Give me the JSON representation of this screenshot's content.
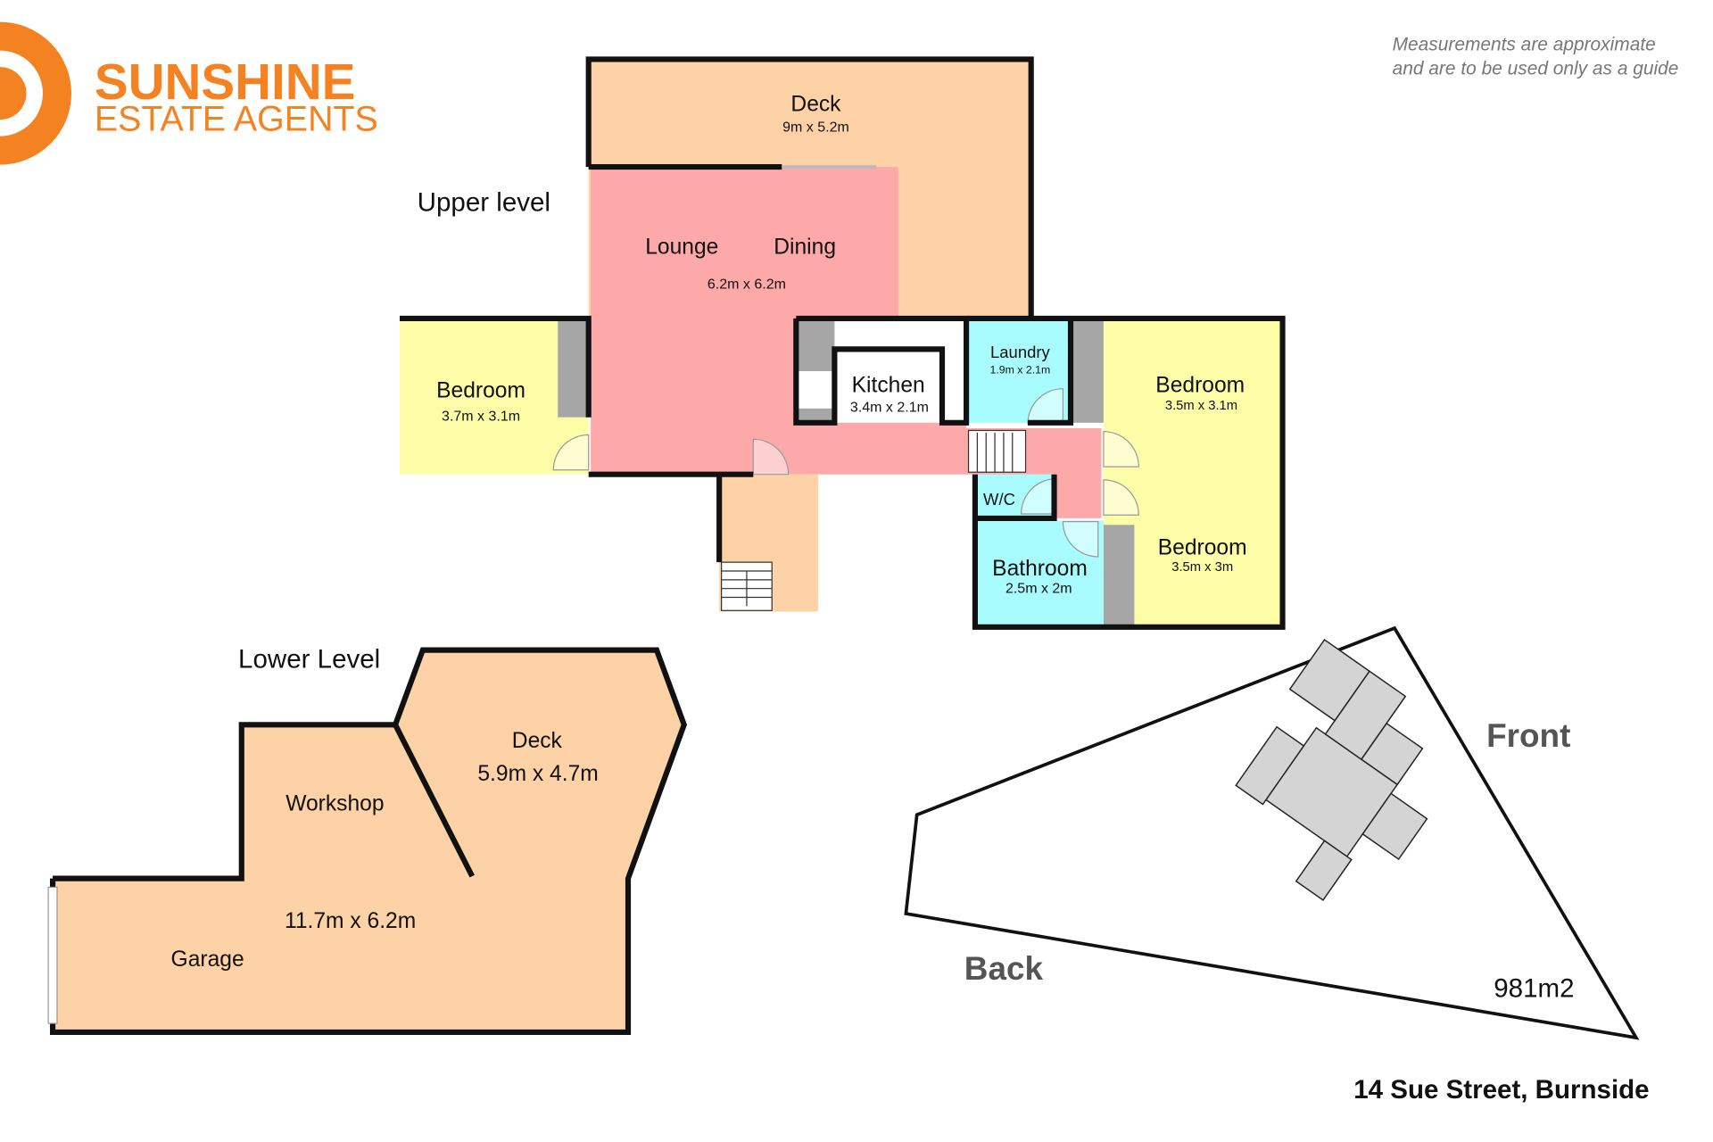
{
  "logo": {
    "line1": "SUNSHINE",
    "line2": "ESTATE AGENTS",
    "color": "#f58220"
  },
  "disclaimer": {
    "line1": "Measurements are approximate",
    "line2": "and are to be used only as a guide"
  },
  "upper_level": {
    "title": "Upper level",
    "rooms": {
      "deck": {
        "name": "Deck",
        "size": "9m x 5.2m"
      },
      "lounge": {
        "name": "Lounge"
      },
      "dining": {
        "name": "Dining",
        "size": "6.2m x 6.2m"
      },
      "kitchen": {
        "name": "Kitchen",
        "size": "3.4m x 2.1m"
      },
      "laundry": {
        "name": "Laundry",
        "size": "1.9m x 2.1m"
      },
      "bedroom_left": {
        "name": "Bedroom",
        "size": "3.7m x 3.1m"
      },
      "bedroom_right_top": {
        "name": "Bedroom",
        "size": "3.5m x 3.1m"
      },
      "bedroom_right_bottom": {
        "name": "Bedroom",
        "size": "3.5m x 3m"
      },
      "wc": {
        "name": "W/C"
      },
      "bathroom": {
        "name": "Bathroom",
        "size": "2.5m x 2m"
      }
    }
  },
  "lower_level": {
    "title": "Lower Level",
    "deck": {
      "name": "Deck",
      "size": "5.9m x 4.7m"
    },
    "workshop": {
      "name": "Workshop"
    },
    "garage": {
      "name": "Garage",
      "size": "11.7m x 6.2m"
    }
  },
  "site": {
    "front": "Front",
    "back": "Back",
    "area": "981m2",
    "address": "14 Sue Street, Burnside"
  },
  "colors": {
    "deck": "#fdd2a6",
    "living": "#fda9a9",
    "bedroom": "#fdfda8",
    "wet": "#a9fcfd",
    "storage": "#a6a6a6"
  }
}
